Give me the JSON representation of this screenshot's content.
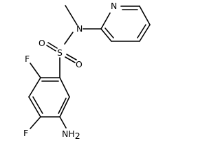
{
  "atoms": {
    "N_amide": "N",
    "N_pyridine": "N",
    "S": "S",
    "O_top": "O",
    "O_bottom": "O",
    "F_top": "F",
    "F_bottom": "F",
    "NH2_main": "NH",
    "NH2_sub": "2"
  }
}
